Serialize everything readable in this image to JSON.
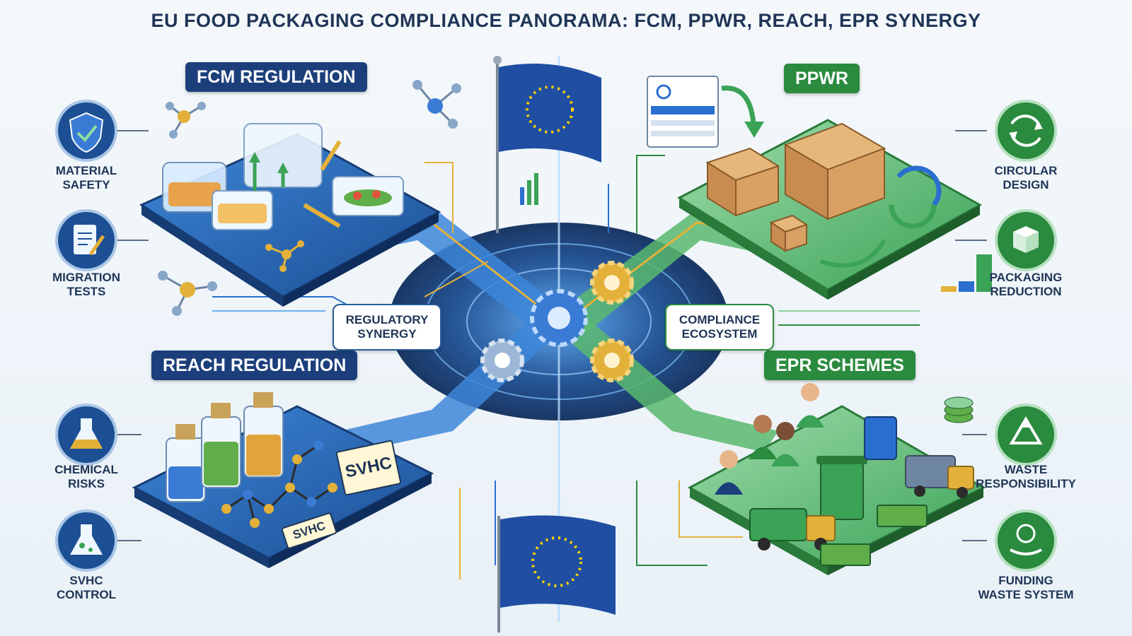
{
  "title": "EU FOOD PACKAGING COMPLIANCE PANORAMA: FCM, PPWR, REACH, EPR SYNERGY",
  "quadrants": {
    "fcm": {
      "title": "FCM REGULATION"
    },
    "ppwr": {
      "title": "PPWR"
    },
    "reach": {
      "title": "REACH REGULATION",
      "tag_large": "SVHC",
      "tag_small": "SVHC"
    },
    "epr": {
      "title": "EPR SCHEMES"
    }
  },
  "center": {
    "left": "REGULATORY\nSYNERGY",
    "right": "COMPLIANCE\nECOSYSTEM"
  },
  "side_items": [
    {
      "label": "MATERIAL\nSAFETY",
      "icon": "shield-check-icon",
      "color": "#1c4f94"
    },
    {
      "label": "MIGRATION\nTESTS",
      "icon": "clipboard-pencil-icon",
      "color": "#1c4f94"
    },
    {
      "label": "CHEMICAL\nRISKS",
      "icon": "flask-icon",
      "color": "#1c4f94"
    },
    {
      "label": "SVHC\nCONTROL",
      "icon": "flask-bubbles-icon",
      "color": "#1c4f94"
    },
    {
      "label": "CIRCULAR\nDESIGN",
      "icon": "circular-arrows-icon",
      "color": "#2a8a3e"
    },
    {
      "label": "PACKAGING\nREDUCTION",
      "icon": "box-icon",
      "color": "#2a8a3e"
    },
    {
      "label": "WASTE\nRESPONSIBILITY",
      "icon": "recycle-icon",
      "color": "#2a8a3e"
    },
    {
      "label": "FUNDING\nWASTE SYSTEM",
      "icon": "hand-coin-icon",
      "color": "#2a8a3e"
    }
  ],
  "colors": {
    "navy": "#1c3f7c",
    "blue": "#2a6fd0",
    "green": "#2a8a3e",
    "light_green": "#8fd19e",
    "gold": "#e3b13a",
    "eu_blue": "#1f4ea3",
    "eu_star": "#ffd200"
  }
}
